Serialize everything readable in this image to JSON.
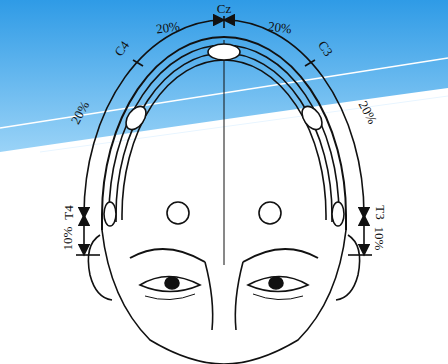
{
  "diagram": {
    "labels": [
      "Cz",
      "20%",
      "20%",
      "C4",
      "C3",
      "20%",
      "20%",
      "T4",
      "T3",
      "10%",
      "10%"
    ]
  }
}
